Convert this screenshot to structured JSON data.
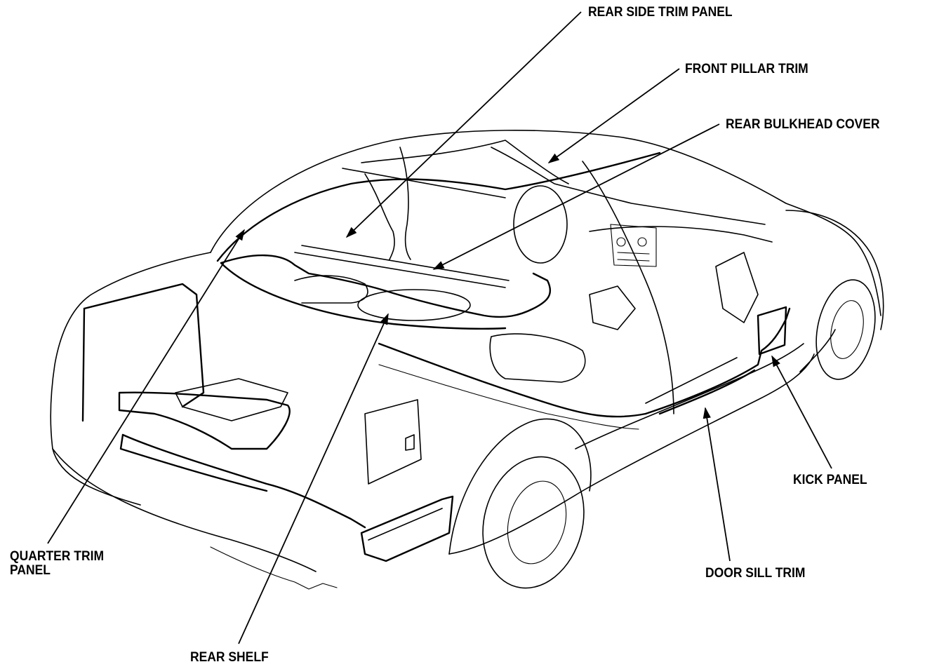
{
  "labels": {
    "rear_side_trim_panel": "REAR SIDE TRIM PANEL",
    "front_pillar_trim": "FRONT PILLAR TRIM",
    "rear_bulkhead_cover": "REAR BULKHEAD COVER",
    "kick_panel": "KICK PANEL",
    "door_sill_trim": "DOOR SILL TRIM",
    "quarter_trim_panel_line1": "QUARTER TRIM",
    "quarter_trim_panel_line2": "PANEL",
    "rear_shelf": "REAR SHELF"
  },
  "colors": {
    "ink": "#000000",
    "background": "#ffffff"
  }
}
